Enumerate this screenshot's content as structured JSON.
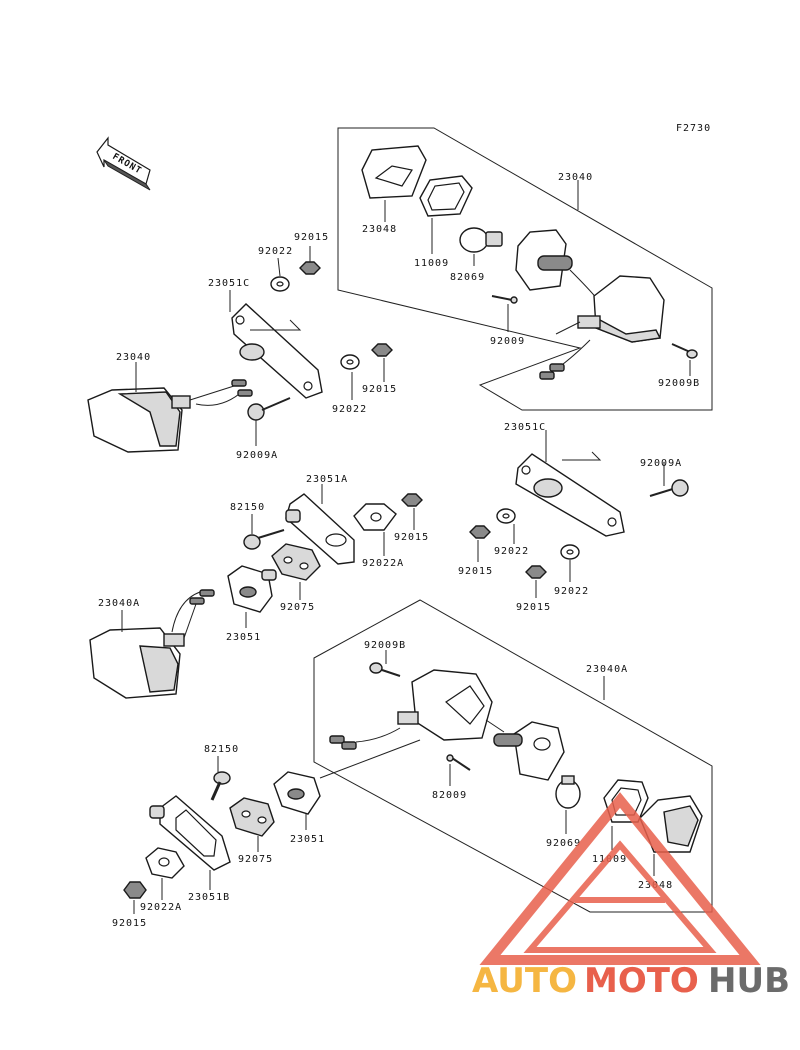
{
  "figure_code": "F2730",
  "front_label": "FRONT",
  "watermark": {
    "part1": "AUTO",
    "part2": "MOTO",
    "part3": "HUB",
    "color1": "#f5b642",
    "color2": "#e8604c",
    "color3": "#6b6b6b"
  },
  "labels": {
    "p23040_top": "23040",
    "p23048_top": "23048",
    "p11009_top": "11009",
    "p82069_top": "82069",
    "p92009_top": "92009",
    "p92009b_top": "92009B",
    "p92015_a": "92015",
    "p92022_a": "92022",
    "p23051c_left": "23051C",
    "p23040_left": "23040",
    "p92015_b": "92015",
    "p92022_b": "92022",
    "p92009a_left": "92009A",
    "p23051c_right": "23051C",
    "p92009a_right": "92009A",
    "p92015_c": "92015",
    "p92022_c": "92022",
    "p92015_d": "92015",
    "p92022_d": "92022",
    "p82150_a": "82150",
    "p23051a": "23051A",
    "p92022a_a": "92022A",
    "p92015_e": "92015",
    "p92075_a": "92075",
    "p23051_a": "23051",
    "p23040a_left": "23040A",
    "p92009b_bot": "92009B",
    "p23040a_right": "23040A",
    "p82009_bot": "82009",
    "p82150_b": "82150",
    "p92075_b": "92075",
    "p23051_b": "23051",
    "p92069_bot": "92069",
    "p11009_bot": "11009",
    "p23048_bot": "23048",
    "p23051b": "23051B",
    "p92022a_b": "92022A",
    "p92015_f": "92015"
  }
}
